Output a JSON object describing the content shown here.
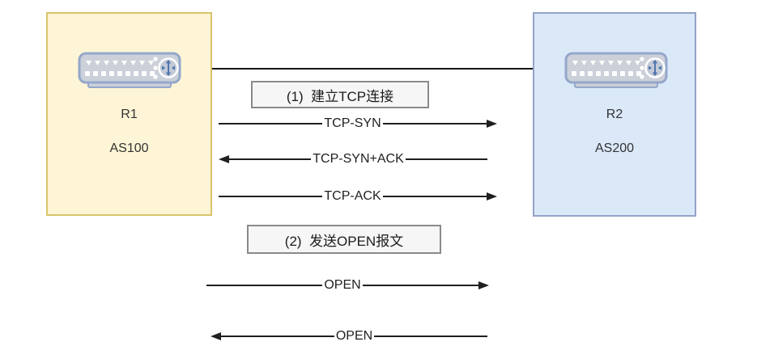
{
  "diagram": {
    "title_semantics": "BGP peer session establishment between two routers",
    "nodes": [
      {
        "name": "R1",
        "as_label": "AS100"
      },
      {
        "name": "R2",
        "as_label": "AS200"
      }
    ],
    "steps": [
      {
        "label": "(1)  建立TCP连接"
      },
      {
        "label": "(2)  发送OPEN报文"
      }
    ],
    "messages": [
      {
        "label": "TCP-SYN",
        "from": "R1",
        "to": "R2",
        "direction": "right"
      },
      {
        "label": "TCP-SYN+ACK",
        "from": "R2",
        "to": "R1",
        "direction": "left"
      },
      {
        "label": "TCP-ACK",
        "from": "R1",
        "to": "R2",
        "direction": "right"
      },
      {
        "label": "OPEN",
        "from": "R1",
        "to": "R2",
        "direction": "right"
      },
      {
        "label": "OPEN",
        "from": "R2",
        "to": "R1",
        "direction": "left"
      }
    ],
    "colors": {
      "as100_fill": "#FDF5D5",
      "as100_border": "#D9C36A",
      "as200_fill": "#DAE8F8",
      "as200_border": "#93A2C7",
      "step_box_fill": "#F6F6F6",
      "step_box_border": "#8A8A8A",
      "arrow_line": "#1F1F1F",
      "router_body": "#CBD0D9",
      "router_border": "#94A7CB",
      "router_glyph_blue": "#4F74AE"
    }
  }
}
